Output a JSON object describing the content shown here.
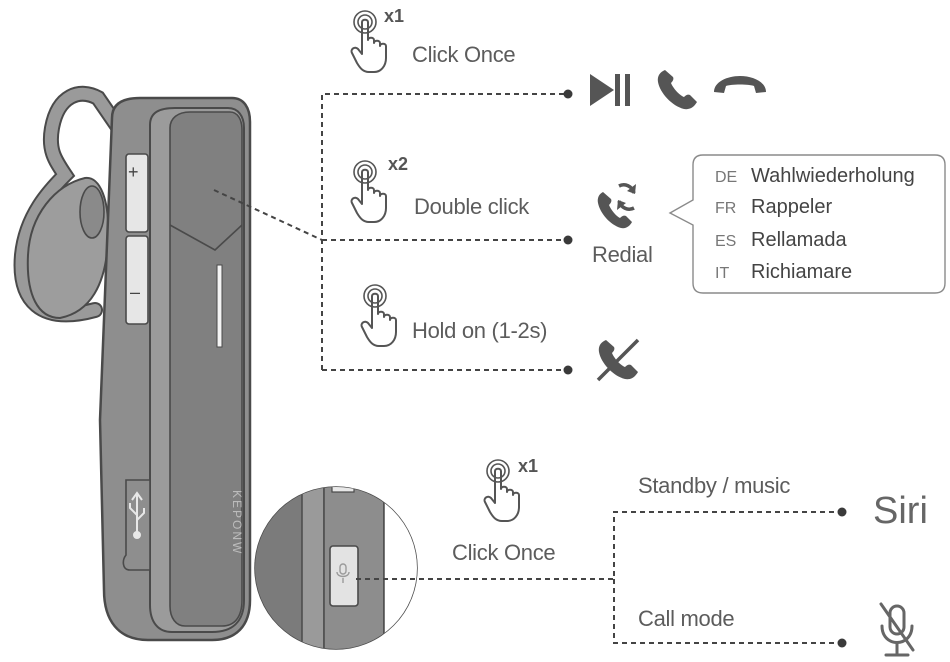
{
  "actions": [
    {
      "count": "x1",
      "label": "Click Once"
    },
    {
      "count": "x2",
      "label": "Double click"
    },
    {
      "count": "",
      "label": "Hold on (1-2s)"
    }
  ],
  "redial_label": "Redial",
  "translations": [
    {
      "code": "DE",
      "text": "Wahlwiederholung"
    },
    {
      "code": "FR",
      "text": "Rappeler"
    },
    {
      "code": "ES",
      "text": "Rellamada"
    },
    {
      "code": "IT",
      "text": "Richiamare"
    }
  ],
  "mic_button": {
    "count": "x1",
    "label": "Click Once",
    "standby_label": "Standby / music",
    "standby_result": "Siri",
    "call_label": "Call mode"
  },
  "device": {
    "plus_label": "+",
    "minus_label": "–"
  },
  "icons": {
    "click_once": [
      "play-pause-icon",
      "answer-call-icon",
      "hang-up-icon"
    ],
    "double_click": [
      "redial-icon"
    ],
    "hold": [
      "reject-call-icon"
    ],
    "call_mode": [
      "mic-mute-icon"
    ]
  },
  "colors": {
    "device": "#8e8e8e",
    "device_dark": "#7c7c7c",
    "outline": "#4a4a4a",
    "line": "#444444"
  }
}
